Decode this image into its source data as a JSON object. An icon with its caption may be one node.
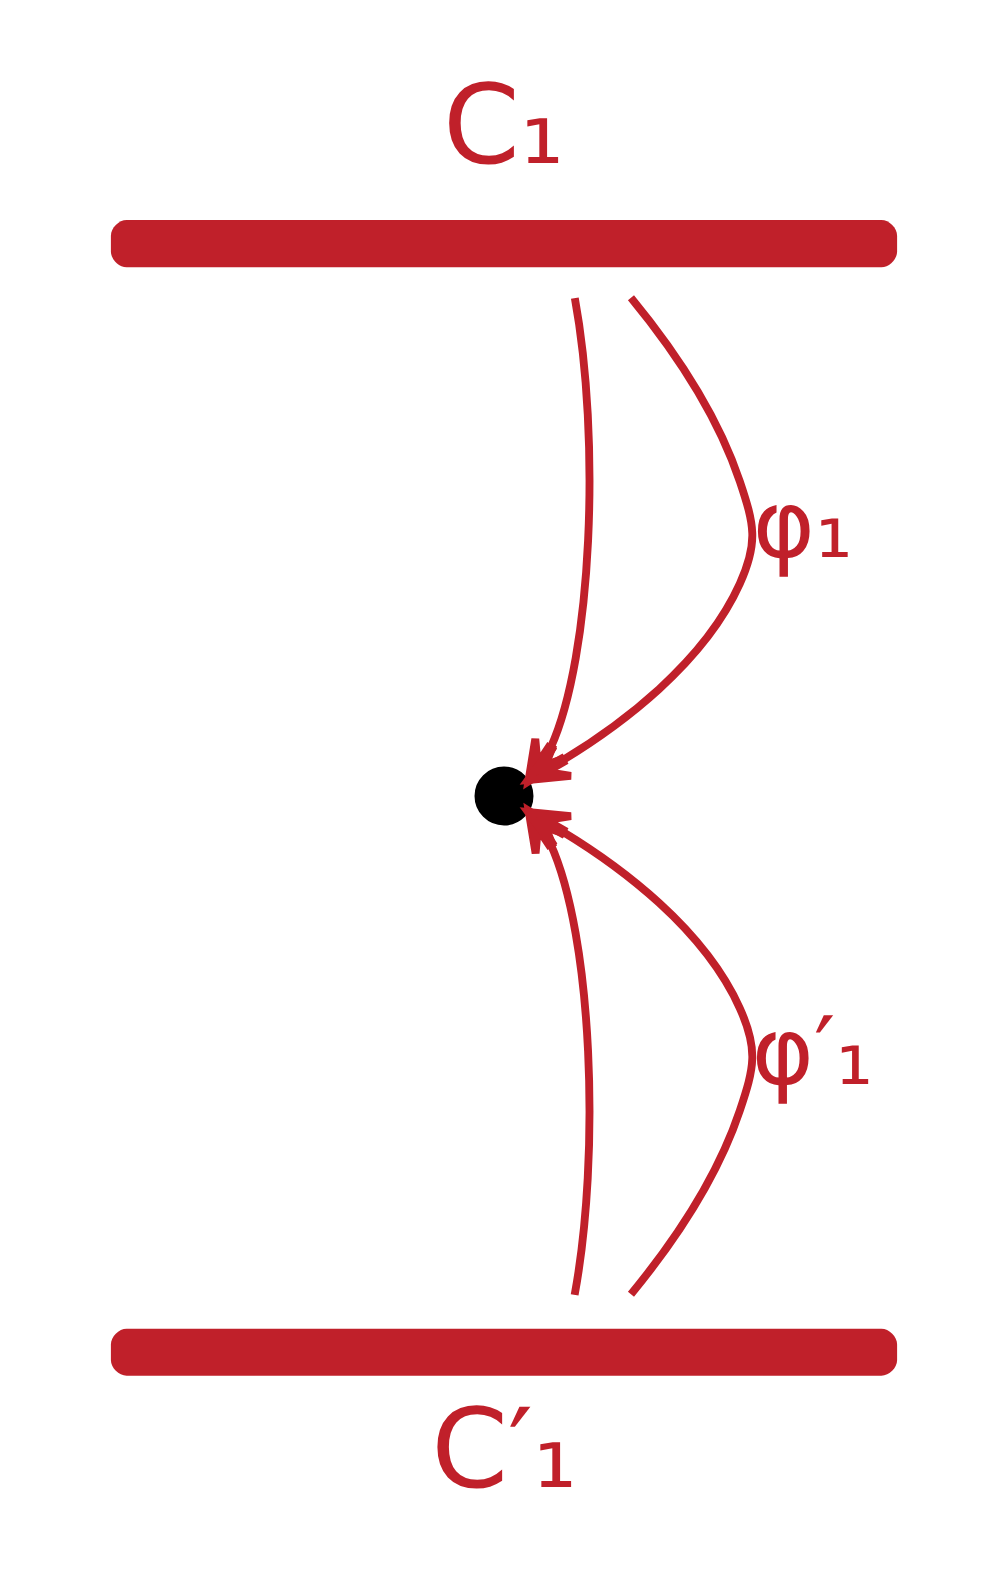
{
  "diagram": {
    "nodes": [
      {
        "text": [
          "C₁"
        ]
      },
      {
        "text": [],
        "shape": "circle"
      },
      {
        "text": [
          "C′₁"
        ]
      }
    ],
    "edges": [
      {
        "from": 0,
        "to": 1,
        "arrow": "to"
      },
      {
        "from": 0,
        "to": 1,
        "arrow": "to",
        "label": "φ₁"
      },
      {
        "from": 2,
        "to": 1,
        "arrow": "to"
      },
      {
        "from": 2,
        "to": 1,
        "arrow": "to",
        "label": "φ′₁"
      }
    ]
  }
}
